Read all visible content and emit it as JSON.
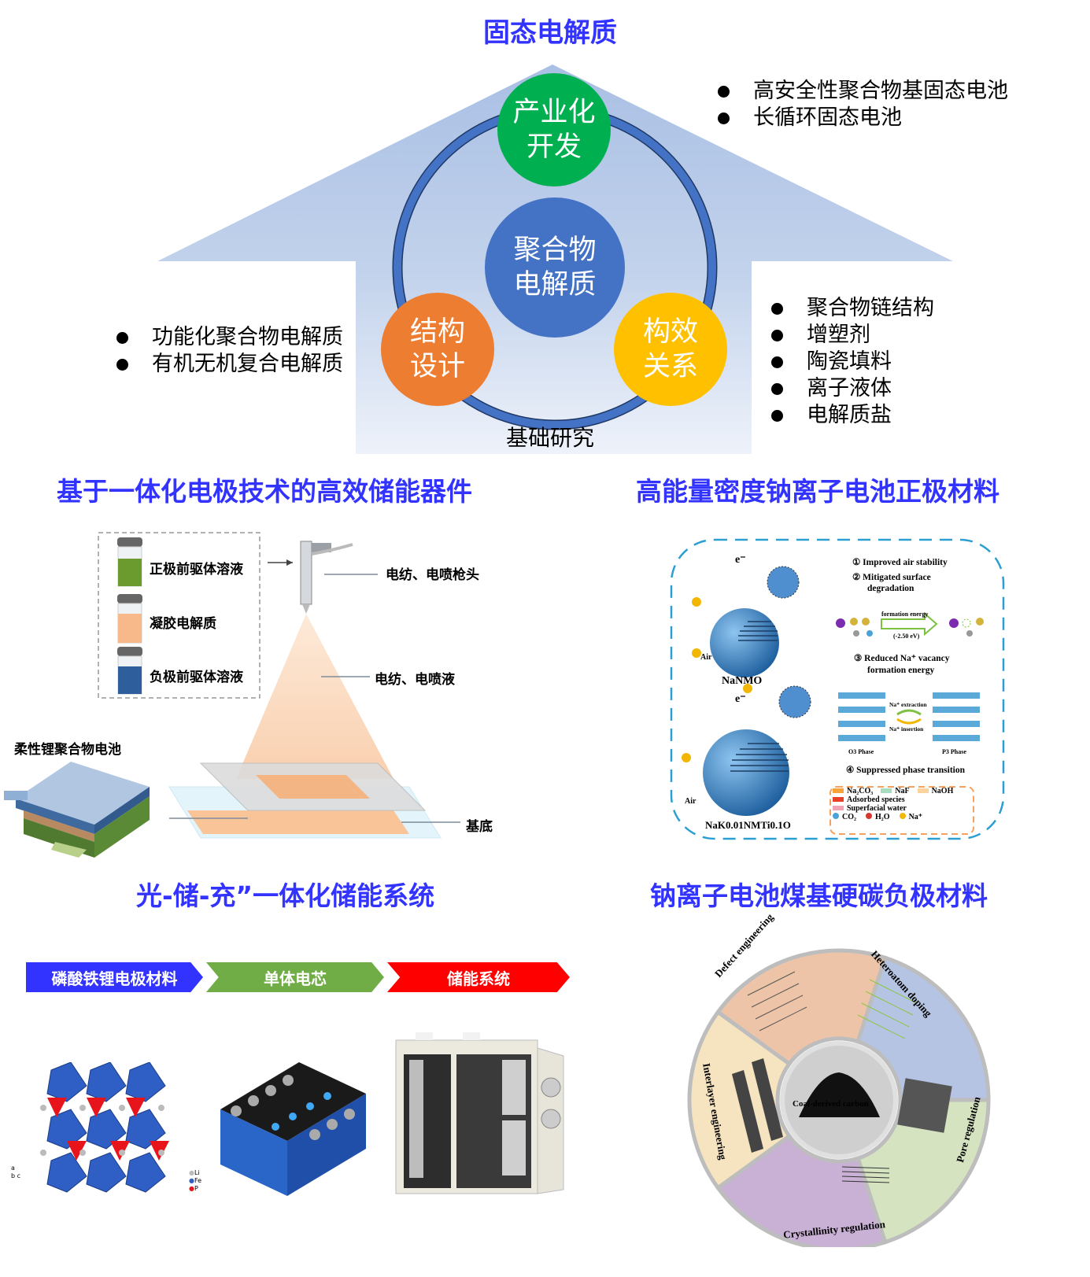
{
  "top": {
    "title": "固态电解质",
    "center_circle": [
      "聚合物",
      "电解质"
    ],
    "top_circle": [
      "产业化",
      "开发"
    ],
    "left_circle": [
      "结构",
      "设计"
    ],
    "right_circle": [
      "构效",
      "关系"
    ],
    "base_label": "基础研究",
    "top_right_bullets": [
      "高安全性聚合物基固态电池",
      "长循环固态电池"
    ],
    "left_bullets": [
      "功能化聚合物电解质",
      "有机无机复合电解质"
    ],
    "right_bullets": [
      "聚合物链结构",
      "增塑剂",
      "陶瓷填料",
      "离子液体",
      "电解质盐"
    ],
    "colors": {
      "house": "#b4c7e7",
      "center": "#4472c4",
      "top": "#00b050",
      "left": "#ed7d31",
      "right": "#ffc000",
      "ring": "#4472c4"
    }
  },
  "electrode_section": {
    "title": "基于一体化电极技术的高效储能器件",
    "vials": [
      "正极前驱体溶液",
      "凝胶电解质",
      "负极前驱体溶液"
    ],
    "vial_colors": [
      "#6b9a2e",
      "#f8b98a",
      "#2e5e9b"
    ],
    "gun_label": "电纺、电喷枪头",
    "spray_label": "电纺、电喷液",
    "substrate_label": "基底",
    "battery_label": "柔性锂聚合物电池"
  },
  "cathode_section": {
    "title": "高能量密度钠离子电池正极材料",
    "points": [
      "① Improved air stability",
      "② Mitigated surface",
      "degradation",
      "③ Reduced Na⁺ vacancy",
      "formation energy",
      "④ Suppressed phase transition"
    ],
    "formation_energy_label": "formation energy",
    "formation_energy_value": "(-2.50 eV)",
    "na_extraction": "Na⁺ extraction",
    "na_insertion": "Na⁺ insertion",
    "o3_phase": "O3 Phase",
    "p3_phase": "P3 Phase",
    "material_1": "NaNMO",
    "material_2": "NaK0.01NMTi0.1O",
    "electron": "e⁻",
    "air": "Air",
    "legend": [
      {
        "label": "Na₂CO₃",
        "color": "#f7a23a"
      },
      {
        "label": "NaF",
        "color": "#a8dcc0"
      },
      {
        "label": "NaOH",
        "color": "#fbd39c"
      },
      {
        "label": "Adsorbed species",
        "color": "#e8412a"
      },
      {
        "label": "Superfacial water",
        "color": "#f2a3b3"
      },
      {
        "label": "CO₂",
        "color": "#4aa3d8"
      },
      {
        "label": "H₂O",
        "color": "#d9362f"
      },
      {
        "label": "Na⁺",
        "color": "#f2b705"
      }
    ]
  },
  "system_section": {
    "title": "光-储-充”一体化储能系统",
    "steps": [
      {
        "label": "磷酸铁锂电极材料",
        "color": "#3333ff"
      },
      {
        "label": "单体电芯",
        "color": "#70ad47"
      },
      {
        "label": "储能系统",
        "color": "#ff0000"
      }
    ],
    "legend_atoms": [
      "Li",
      "Fe",
      "P"
    ],
    "axis_labels": [
      "a",
      "b",
      "c"
    ]
  },
  "anode_section": {
    "title": "钠离子电池煤基硬碳负极材料",
    "center_label": "Coal-derived carbon",
    "segments": [
      {
        "label": "Defect engineering",
        "color": "#eec4a8"
      },
      {
        "label": "Heteroatom doping",
        "color": "#b4c4e2"
      },
      {
        "label": "Pore regulation",
        "color": "#d5e3c0"
      },
      {
        "label": "Crystallinity regulation",
        "color": "#c9b1d6"
      },
      {
        "label": "Interlayer engineering",
        "color": "#f6e3bf"
      }
    ]
  }
}
